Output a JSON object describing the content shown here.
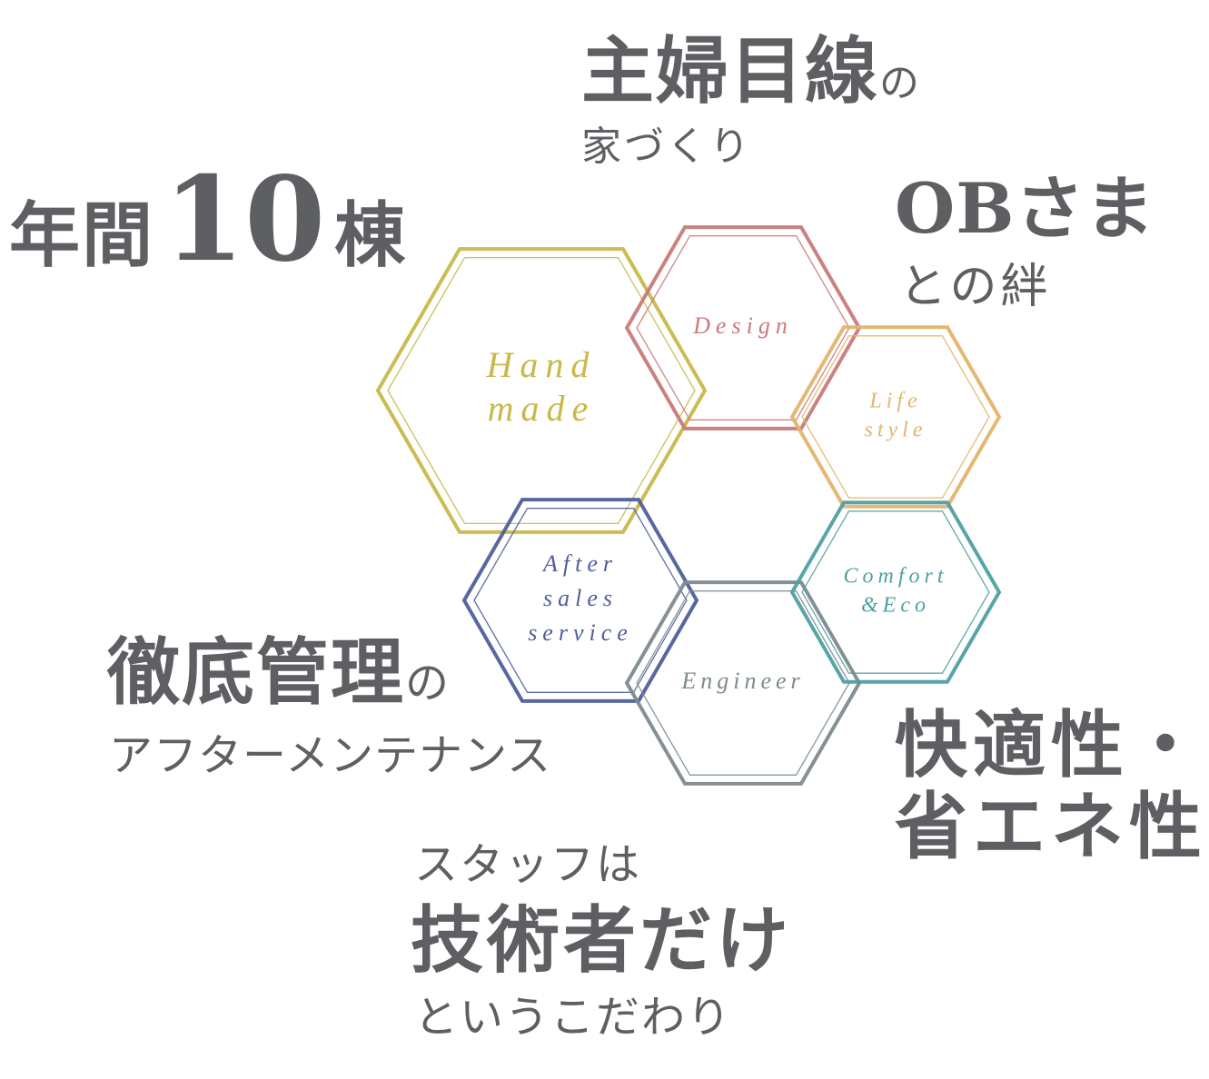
{
  "hexagons": [
    {
      "id": "handmade",
      "lines": [
        "Hand",
        "made"
      ],
      "color": "#c9b84a"
    },
    {
      "id": "design",
      "lines": [
        "Design"
      ],
      "color": "#c97a7a"
    },
    {
      "id": "lifestyle",
      "lines": [
        "Life",
        "style"
      ],
      "color": "#e3b46a"
    },
    {
      "id": "aftersales",
      "lines": [
        "After",
        "sales",
        "service"
      ],
      "color": "#4f5f9a"
    },
    {
      "id": "engineer",
      "lines": [
        "Engineer"
      ],
      "color": "#7d8a90"
    },
    {
      "id": "comforteco",
      "lines": [
        "Comfort",
        "&Eco"
      ],
      "color": "#4fa0a2"
    }
  ],
  "features": {
    "housewife": {
      "main": "主婦目線",
      "suffix": "の",
      "sub": "家づくり"
    },
    "annual": {
      "prefix": "年間",
      "number": "10",
      "suffix": "棟"
    },
    "ob": {
      "main": "OBさま",
      "sub": "との絆"
    },
    "maintenance": {
      "main": "徹底管理",
      "suffix": "の",
      "sub": "アフターメンテナンス"
    },
    "comfort": {
      "line1": "快適性・",
      "line2": "省エネ性"
    },
    "staff": {
      "top": "スタッフは",
      "main": "技術者だけ",
      "sub": "というこだわり"
    }
  },
  "colors": {
    "text": "#5d5f62"
  }
}
